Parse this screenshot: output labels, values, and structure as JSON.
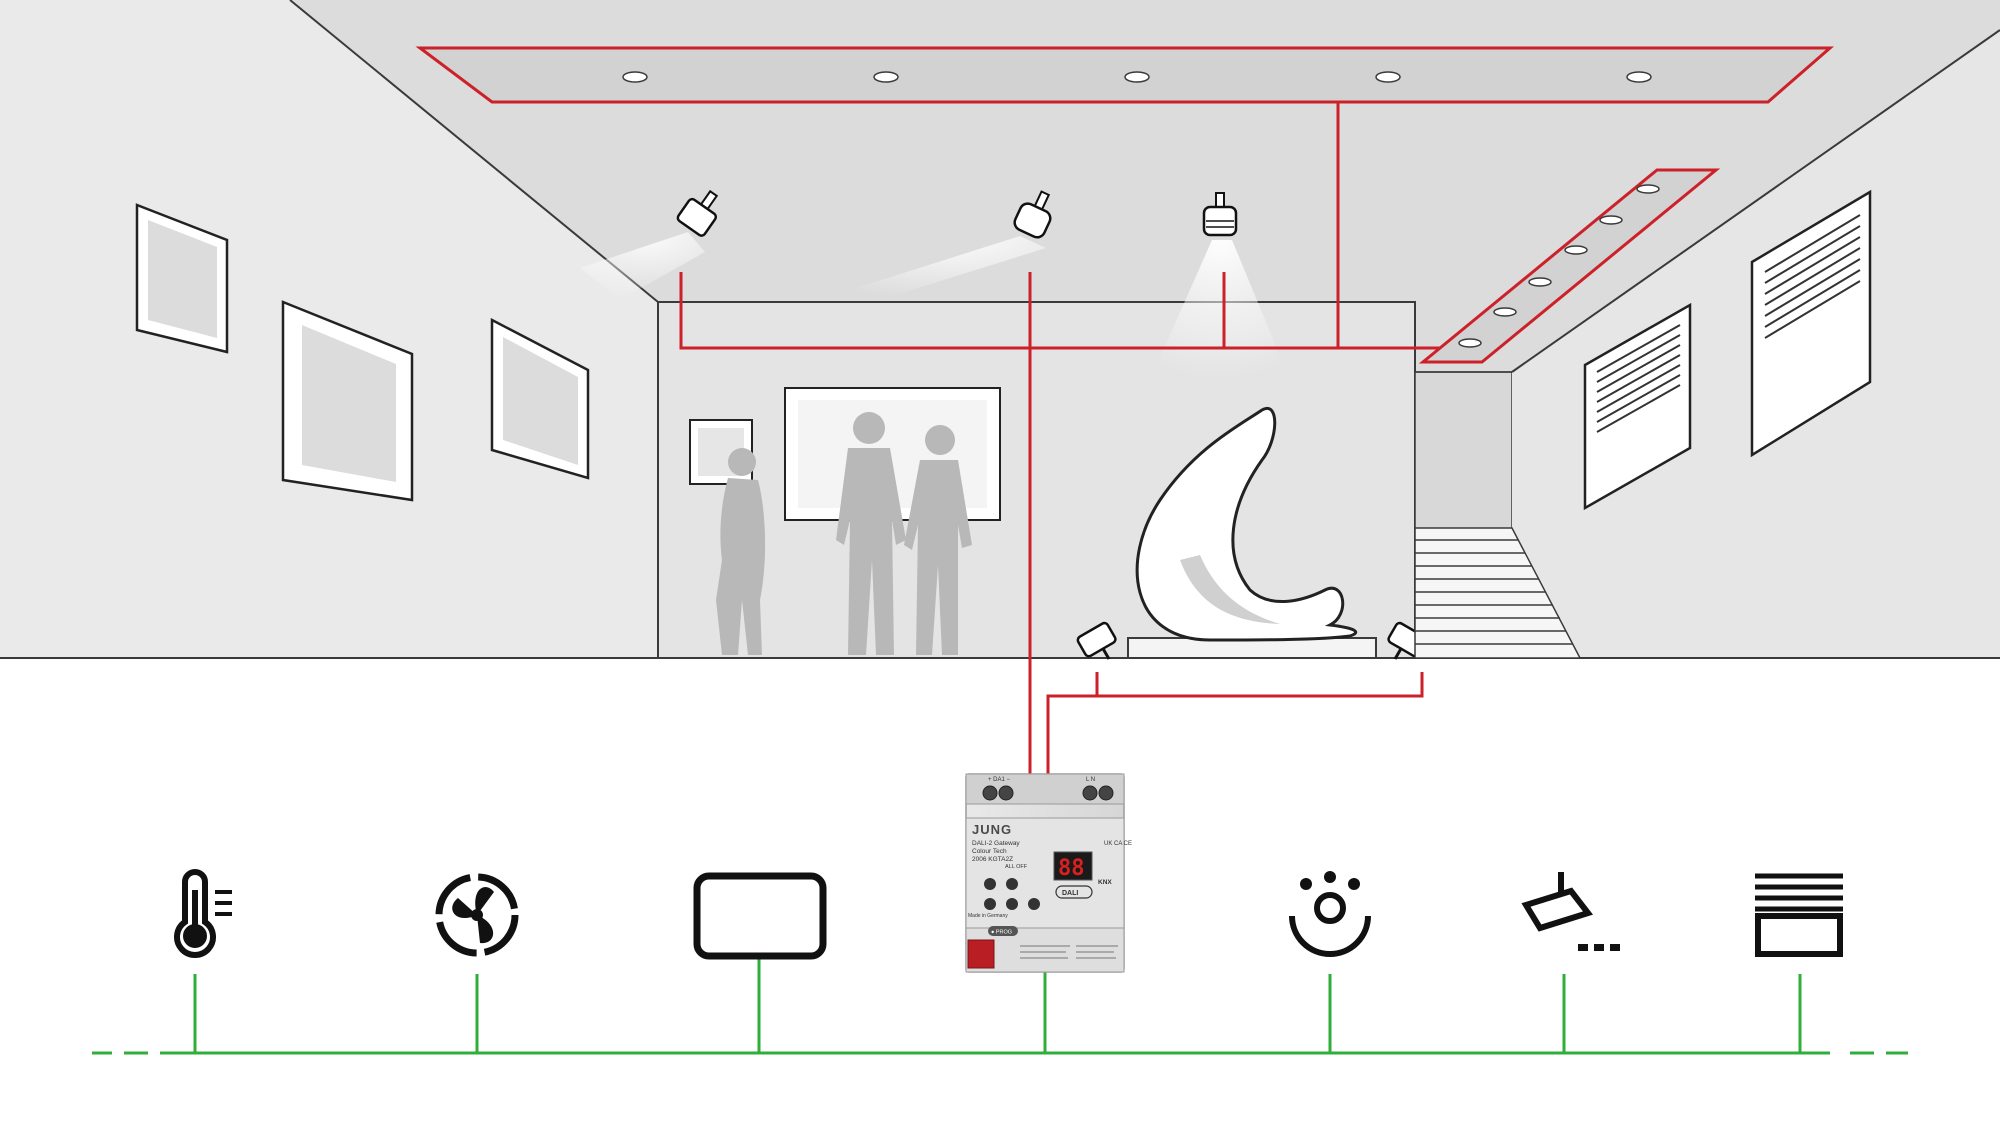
{
  "colors": {
    "dali_line": "#cc2128",
    "bus_line": "#2fae3a",
    "wall_light": "#eaeaea",
    "wall_mid": "#e2e2e2",
    "ceiling": "#dcdcdc",
    "outline": "#3a3a3a",
    "icon": "#111111",
    "silhouette": "#b8b8b8"
  },
  "gateway": {
    "brand": "JUNG",
    "product_line1": "DALI-2 Gateway",
    "product_line2": "Colour Tech",
    "product_line3": "2006 KGTA2Z",
    "terminal_left": "+ DA1 −",
    "terminal_right": "L   N",
    "display": "88",
    "button_all_label": "ALL OFF",
    "prog_label": "● PROG",
    "made_in": "Made in Germany",
    "dali_logo": "DALI",
    "knx_logo": "KNX",
    "ce_marks": "UK CA CE"
  },
  "bus_devices": [
    {
      "id": "thermometer",
      "icon": "thermometer-icon"
    },
    {
      "id": "fan",
      "icon": "fan-icon"
    },
    {
      "id": "display-panel",
      "icon": "panel-icon"
    },
    {
      "id": "gateway",
      "icon": "gateway-module"
    },
    {
      "id": "presence",
      "icon": "presence-sensor-icon"
    },
    {
      "id": "security-camera",
      "icon": "camera-icon"
    },
    {
      "id": "blinds",
      "icon": "blinds-icon"
    }
  ]
}
